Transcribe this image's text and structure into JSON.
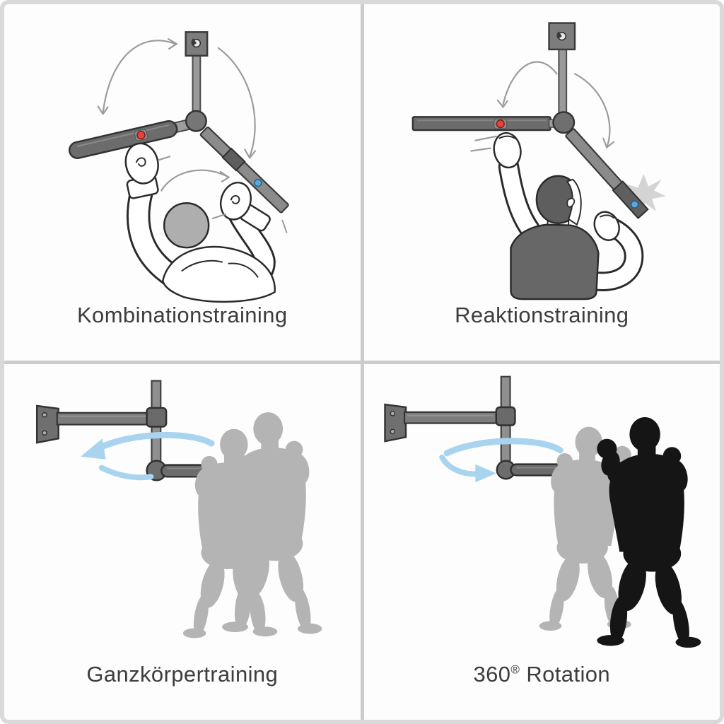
{
  "colors": {
    "accent_red": "#e8423c",
    "accent_red_edge": "#7a1f1c",
    "accent_blue": "#57a9df",
    "accent_blue_edge": "#23618e",
    "rotation_arrow_blue": "#a9d4ef",
    "silhouette_gray": "#b4b4b4",
    "silhouette_black": "#151515",
    "label_text": "#3d3d3d"
  },
  "panels": [
    {
      "id": "kombinationstraining",
      "label": "Kombinationstraining"
    },
    {
      "id": "reaktionstraining",
      "label": "Reaktionstraining"
    },
    {
      "id": "ganzkoerpertraining",
      "label": "Ganzkörpertraining"
    },
    {
      "id": "rotation-360",
      "label_prefix": "360",
      "label_mark": "®",
      "label_word": " Rotation"
    }
  ]
}
